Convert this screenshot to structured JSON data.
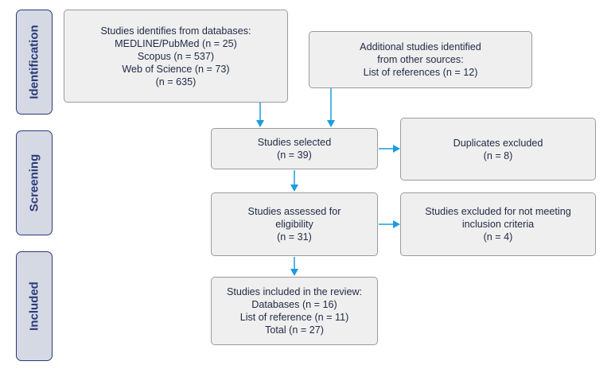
{
  "phases": {
    "identification": "Identification",
    "screening": "Screening",
    "included": "Included"
  },
  "boxes": {
    "db_search": {
      "lines": [
        "Studies identifies from databases:",
        "MEDLINE/PubMed (n = 25)",
        "Scopus (n = 537)",
        "Web of Science (n = 73)",
        "(n = 635)"
      ]
    },
    "other_sources": {
      "lines": [
        "Additional studies identified",
        "from other sources:",
        "List of references (n = 12)"
      ]
    },
    "selected": {
      "lines": [
        "Studies selected",
        "(n = 39)"
      ]
    },
    "duplicates": {
      "lines": [
        "Duplicates excluded",
        "(n = 8)"
      ]
    },
    "assessed": {
      "lines": [
        "Studies assessed for",
        "eligibility",
        "(n = 31)"
      ]
    },
    "not_meeting": {
      "lines": [
        "Studies excluded for not meeting",
        "inclusion criteria",
        "(n = 4)"
      ]
    },
    "included": {
      "lines": [
        "Studies included in the review:",
        "Databases (n = 16)",
        "List of reference (n = 11)",
        "Total (n = 27)"
      ]
    }
  },
  "colors": {
    "phase_fill": "#d5d9e4",
    "phase_border": "#2b3a78",
    "box_fill": "#efefef",
    "box_border": "#9b9b9b",
    "arrow": "#1d9be0",
    "text": "#1f2a44"
  }
}
